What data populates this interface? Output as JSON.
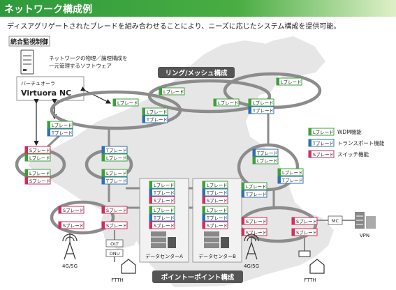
{
  "header": {
    "title": "ネットワーク構成例"
  },
  "subtitle": "ディスアグリゲートされたブレードを組み合わせることにより、ニーズに応じたシステム構成を提供可能。",
  "control": {
    "title": "統合監視制御",
    "software_note_1": "ネットワークの物理／論理構成を",
    "software_note_2": "一元管理するソフトウェア",
    "virtuora_sub": "バーチュオーラ",
    "virtuora_name": "Virtuora NC"
  },
  "labels": {
    "ring_mesh": "リング/メッシュ構成",
    "point_to_point": "ポイントーポイント構成"
  },
  "blades": {
    "l": "Lブレード",
    "t": "Tブレード",
    "s": "Sブレード"
  },
  "legend": {
    "l_desc": "WDM機能",
    "t_desc": "トランスポート機能",
    "s_desc": "スイッチ機能"
  },
  "sites": {
    "dc_a": "データセンターA",
    "dc_b": "データセンターB",
    "mobile_left": "4G/5G",
    "mobile_right": "4G/5G",
    "ftth_left": "FTTH",
    "ftth_right": "FTTH",
    "olt": "OLT",
    "onu": "ONU",
    "mc": "MC",
    "vpn": "VPN"
  },
  "colors": {
    "green": "#2e9a3c",
    "l_blade": "#3aa13a",
    "t_blade": "#2f6fb3",
    "s_blade": "#d22d5c",
    "ring": "#8c8c8c"
  }
}
